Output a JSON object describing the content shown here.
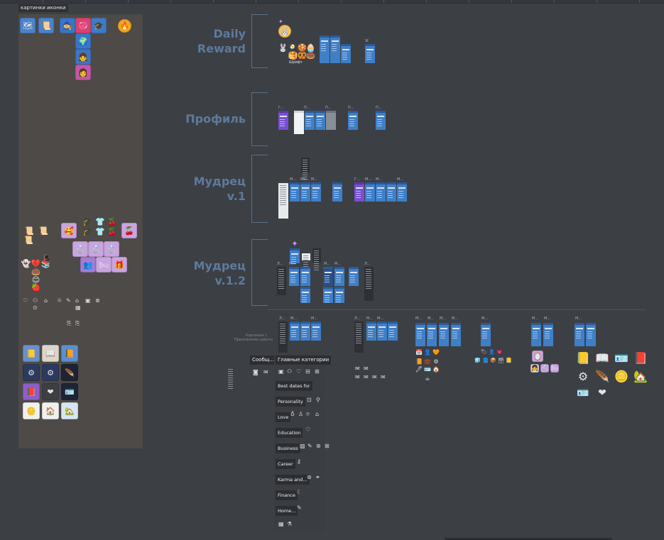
{
  "canvas": {
    "background": "#3c3f44",
    "accent": "#3f7fc8",
    "section_color": "#5e7a9d"
  },
  "left_frame": {
    "label": "картинки иконки"
  },
  "sections": [
    {
      "id": "daily",
      "title_lines": [
        "Daily",
        "Reward"
      ]
    },
    {
      "id": "profile",
      "title_lines": [
        "Профиль"
      ]
    },
    {
      "id": "sage1",
      "title_lines": [
        "Мудрец",
        "v.1"
      ]
    },
    {
      "id": "sage12",
      "title_lines": [
        "Мудрец",
        "v.1.2"
      ]
    }
  ],
  "daily": {
    "font_label": "Шрифт"
  },
  "screen_labels": {
    "profile_a": "Г...",
    "profile_b": "П...",
    "profile_c": "П...",
    "profile_d": "П...",
    "profile_e": "П...",
    "sage1_m1": "М...",
    "sage1_m2": "Ми...",
    "sage1_m3": "М...",
    "sage1_g": "Г...",
    "sage1_m4": "М...",
    "sage1_m5": "М...",
    "sage1_m6": "М...",
    "sage12_l1": "Л...",
    "sage12_m1": "М...",
    "sage12_m2": "М...",
    "sage12_m3": "М...",
    "sage12_l2": "Л...",
    "row5_l1": "Л...",
    "row5_m1": "М...",
    "row5_m2": "М...",
    "row5_l2": "Л...",
    "row5_m3": "М...",
    "row5_m4": "М...",
    "row5_m5": "М...",
    "row5_m6": "М...",
    "row5_m7": "М...",
    "row5_m8": "М...",
    "row5_m9": "М...",
    "row5_m10": "М...",
    "row5_m11": "М...",
    "row5_m12": "М..."
  },
  "side_note": {
    "line1": "Картинки 1",
    "line2": "Приложение советы"
  },
  "categories_panel": {
    "chat_label": "Сообщ...",
    "header": "Главные категории",
    "items": [
      "Best dates for",
      "Personality",
      "Love",
      "Education",
      "Business",
      "Career",
      "Karma and...",
      "Finance",
      "Home..."
    ]
  }
}
